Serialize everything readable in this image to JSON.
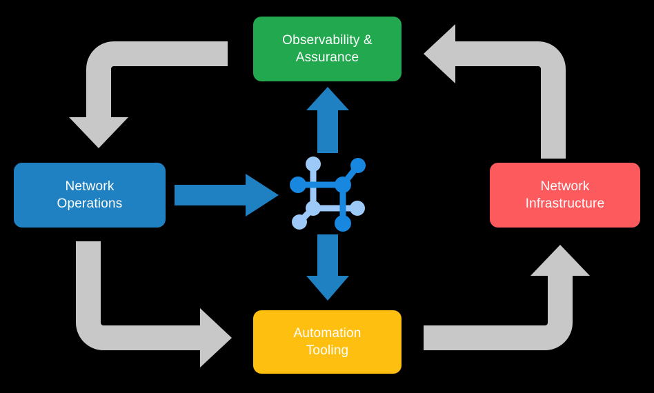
{
  "diagram": {
    "type": "cycle-diagram",
    "background_color": "#000000",
    "center": {
      "icon_name": "network-topology-icon",
      "colors": {
        "dark_blue": "#1787E0",
        "light_blue": "#9CC9F7"
      }
    },
    "nodes": [
      {
        "id": "observability",
        "label": "Observability &\nAssurance",
        "color": "#22A94F",
        "position": "top"
      },
      {
        "id": "operations",
        "label": "Network\nOperations",
        "color": "#1F80C2",
        "position": "left"
      },
      {
        "id": "infrastructure",
        "label": "Network\nInfrastructure",
        "color": "#FC5A5D",
        "position": "right"
      },
      {
        "id": "automation",
        "label": "Automation\nTooling",
        "color": "#FFBF10",
        "position": "bottom"
      }
    ],
    "inward_arrows": {
      "color": "#1F80C2",
      "items": [
        {
          "id": "operations-to-center",
          "direction": "right"
        },
        {
          "id": "center-to-observability",
          "direction": "up"
        },
        {
          "id": "center-to-automation",
          "direction": "down"
        }
      ]
    },
    "cycle_arrows": {
      "color": "#C8C8C8",
      "items": [
        {
          "id": "observability-to-operations",
          "from": "observability",
          "to": "operations"
        },
        {
          "id": "operations-to-automation",
          "from": "operations",
          "to": "automation"
        },
        {
          "id": "automation-to-infrastructure",
          "from": "automation",
          "to": "infrastructure"
        },
        {
          "id": "infrastructure-to-observability",
          "from": "infrastructure",
          "to": "observability"
        }
      ]
    }
  }
}
